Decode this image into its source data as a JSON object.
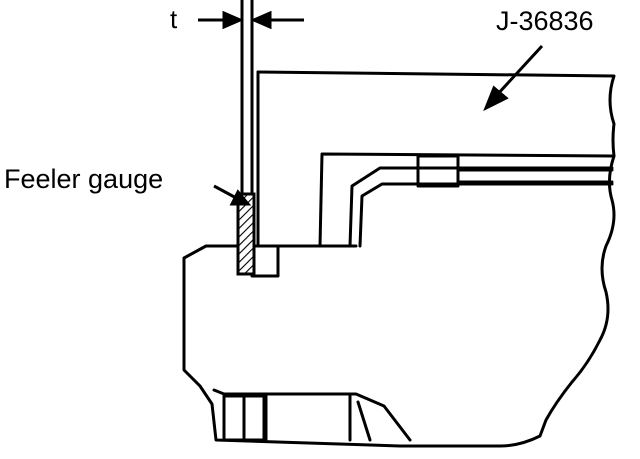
{
  "labels": {
    "thickness": "t",
    "tool_number": "J-36836",
    "feeler_gauge": "Feeler gauge"
  },
  "colors": {
    "ink": "#000000",
    "paper": "#ffffff"
  }
}
